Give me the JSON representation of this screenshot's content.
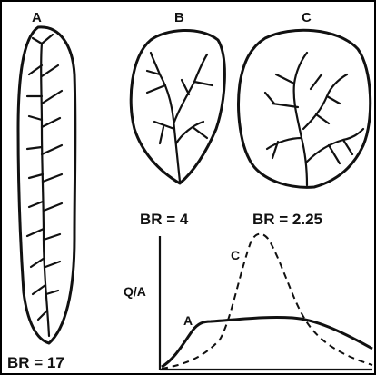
{
  "basins": [
    {
      "id": "A",
      "label": "A",
      "ratio_text": "BR = 17"
    },
    {
      "id": "B",
      "label": "B",
      "ratio_text": "BR = 4"
    },
    {
      "id": "C",
      "label": "C",
      "ratio_text": "BR = 2.25"
    }
  ],
  "hydrograph": {
    "y_axis_label": "Q/A",
    "curve_labels": {
      "A": "A",
      "C": "C"
    },
    "styles": {
      "A": "solid",
      "C": "dashed"
    }
  },
  "colors": {
    "ink": "#111111",
    "background": "#ffffff"
  }
}
